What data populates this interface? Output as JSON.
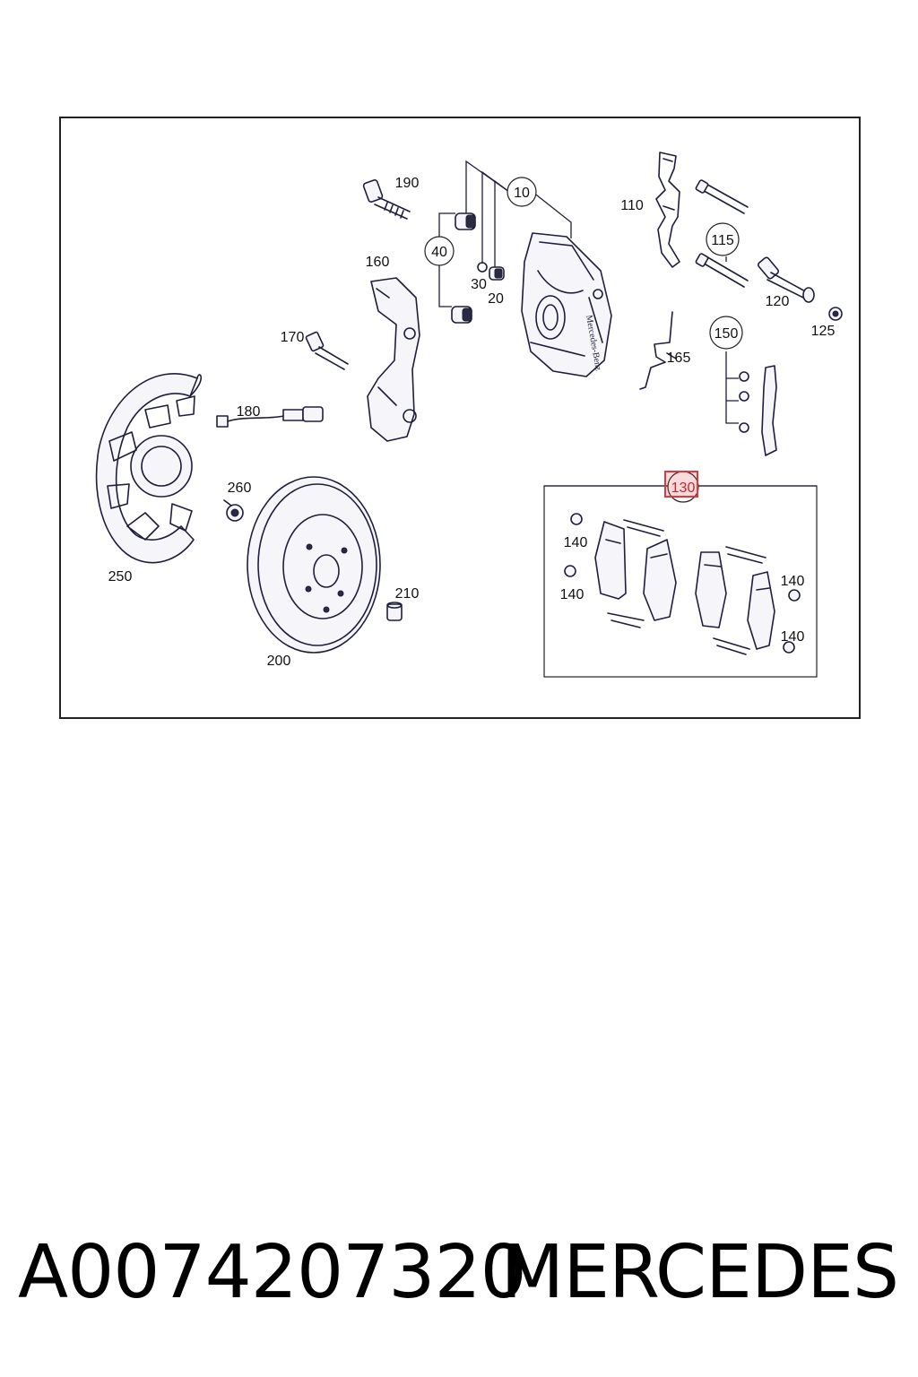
{
  "diagram": {
    "callouts": {
      "c10": "10",
      "c20": "20",
      "c30": "30",
      "c40": "40",
      "c110": "110",
      "c115": "115",
      "c120": "120",
      "c125": "125",
      "c130": "130",
      "c140a": "140",
      "c140b": "140",
      "c140c": "140",
      "c140d": "140",
      "c150": "150",
      "c160": "160",
      "c165": "165",
      "c170": "170",
      "c180": "180",
      "c190": "190",
      "c200": "200",
      "c210": "210",
      "c250": "250",
      "c260": "260"
    },
    "highlight_color": "#e0363c"
  },
  "footer": {
    "part_number": "A0074207320",
    "brand": "MERCEDES"
  }
}
